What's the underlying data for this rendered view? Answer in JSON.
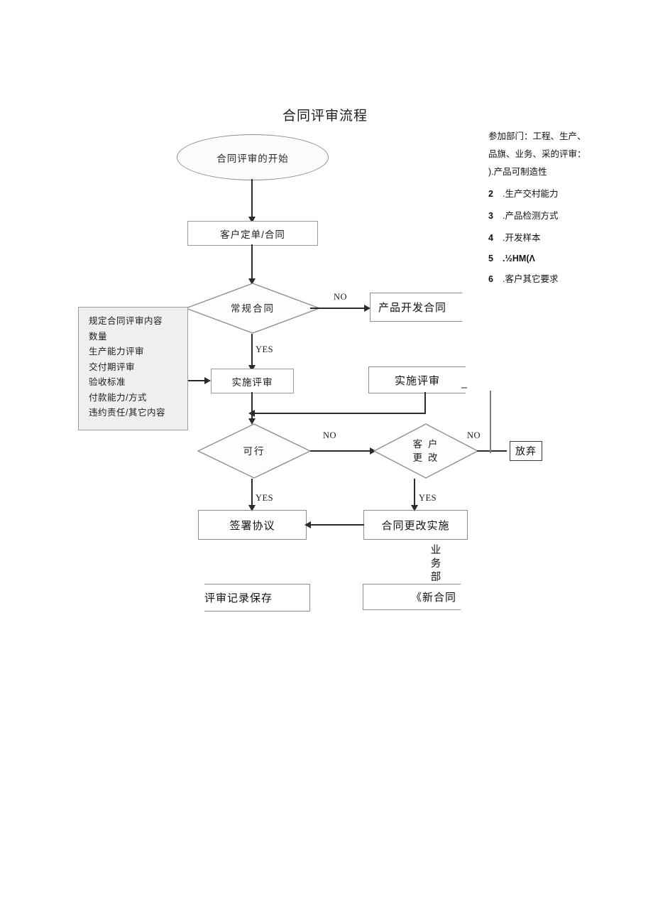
{
  "title": "合同评审流程",
  "notes": {
    "header_line1": "参加部门：工程、生产、",
    "header_line2": "品旗、业务、采的评审：",
    "items": [
      {
        "num": ")",
        "text": ".产品可制造性"
      },
      {
        "num": "2",
        "text": ".生产交村能力"
      },
      {
        "num": "3",
        "text": ".产品检测方式"
      },
      {
        "num": "4",
        "text": ".开发样本"
      },
      {
        "num": "5",
        "text": ".½HM(Λ"
      },
      {
        "num": "6",
        "text": ".客户其它要求"
      }
    ]
  },
  "flow": {
    "start": "合同评审的开始",
    "customer_order": "客户定单/合同",
    "decision_regular_contract": "常规合同",
    "product_development_contract": "产品开发合同",
    "implement_review_left": "实施评审",
    "implement_review_right": "实施评审",
    "decision_feasible": "可行",
    "decision_customer_change_line1": "客 户",
    "decision_customer_change_line2": "更 改",
    "abandon": "放弃",
    "sign_agreement": "签署协议",
    "contract_change_implement": "合同更改实施",
    "business_department": "业务部",
    "review_record_keep": "评审记录保存",
    "new_contract": "《新合同"
  },
  "edges": {
    "no_1": "NO",
    "yes_1": "YES",
    "no_2": "NO",
    "no_3": "NO",
    "yes_2": "YES",
    "yes_3": "YES"
  },
  "review_content_panel": {
    "items": [
      "规定合同评审内容",
      "数量",
      "生产能力评审",
      "交付期评审",
      "验收标准",
      "付款能力/方式",
      "违约责任/其它内容"
    ]
  },
  "colors": {
    "line": "#2b2b2b",
    "shape_border": "#9a9a9a",
    "panel_fill": "#efefef",
    "text": "#111111"
  }
}
